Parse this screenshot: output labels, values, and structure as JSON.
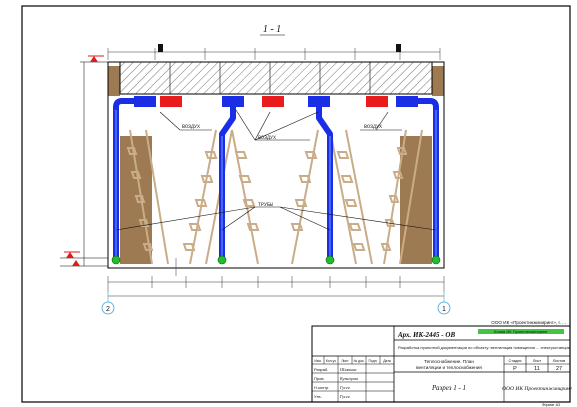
{
  "section_title": "1 - 1",
  "colors": {
    "border": "#000000",
    "hatch": "#555555",
    "earth": "#9e7a52",
    "duct_blue": "#1a2ee6",
    "duct_red": "#e81c1c",
    "valve_green": "#1dbf2a",
    "rack": "#c9ad88",
    "callout": "#111111",
    "axis": "#3aa0d8",
    "level_mark": "#e11a1a",
    "stamp_green": "#22bb22"
  },
  "labels": {
    "left_bottom": "ВОЗДУХ",
    "center_top": "ВОЗДУХ",
    "right_bottom": "ВОЗДУХ",
    "center_mid": "ТРУБЫ"
  },
  "axes": {
    "left": "2",
    "right": "1"
  },
  "stamp": {
    "code": "Арх. ИК-2445 - ОВ",
    "top_right": "ООО ИК «Проектинжиниринг», г. ...",
    "green_note": "Копия ИК Проектинжиниринг",
    "description": "Разработка проектной документации по объекту: вентиляция помещения ... электростанции",
    "sheet_title_1": "Теплоснабжение. План",
    "sheet_title_2": "вентиляции и теплоснабжения",
    "stage": "Р",
    "sheet_no": "11",
    "sheets_total": "27",
    "drawing_name": "Разрез 1 - 1",
    "org": "ООО ИК Проектинжиниринг",
    "roles": [
      "Разраб.",
      "Пров.",
      "Н.контр.",
      "Утв."
    ],
    "names": [
      "Шляпина",
      "Кузнецова",
      "Гусев",
      "Гусев"
    ],
    "col_heads": [
      "Изм.",
      "Кол.уч",
      "Лист",
      "№ док.",
      "Подп.",
      "Дата"
    ],
    "stage_heads": [
      "Стадия",
      "Лист",
      "Листов"
    ],
    "footer": "Формат А3"
  }
}
